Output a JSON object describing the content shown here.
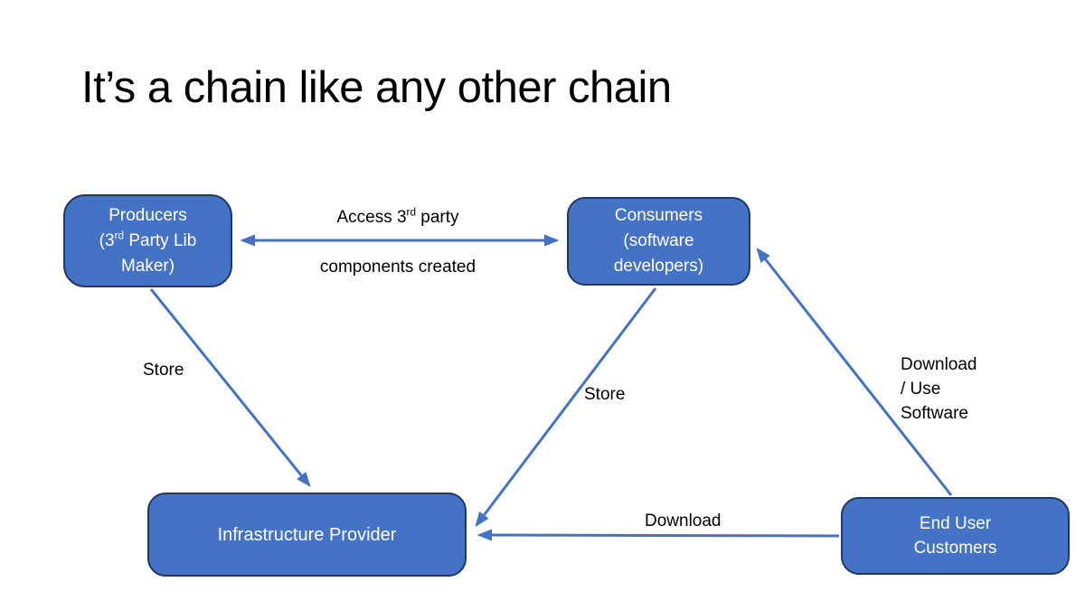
{
  "title": "It’s a chain like any other chain",
  "nodes": {
    "producers": {
      "line1": "Producers",
      "line2_pre": "(3",
      "line2_sup": "rd",
      "line2_post": " Party Lib",
      "line3": "Maker)"
    },
    "consumers": {
      "line1": "Consumers",
      "line2": "(software",
      "line3": "developers)"
    },
    "infrastructure": {
      "label": "Infrastructure Provider"
    },
    "end_user": {
      "line1": "End User",
      "line2": "Customers"
    }
  },
  "edges": {
    "access": {
      "top_pre": "Access 3",
      "top_sup": "rd",
      "top_post": " party",
      "bottom": "components created"
    },
    "store_left": {
      "label": "Store"
    },
    "store_mid": {
      "label": "Store"
    },
    "download_use": {
      "line1": "Download",
      "line2": "/ Use",
      "line3": "Software"
    },
    "download": {
      "label": "Download"
    }
  },
  "colors": {
    "box_fill": "#4472C4",
    "box_border": "#1F3864",
    "arrow": "#4472C4",
    "title_text": "#000000",
    "label_text": "#000000",
    "box_text": "#FFFFFF"
  }
}
